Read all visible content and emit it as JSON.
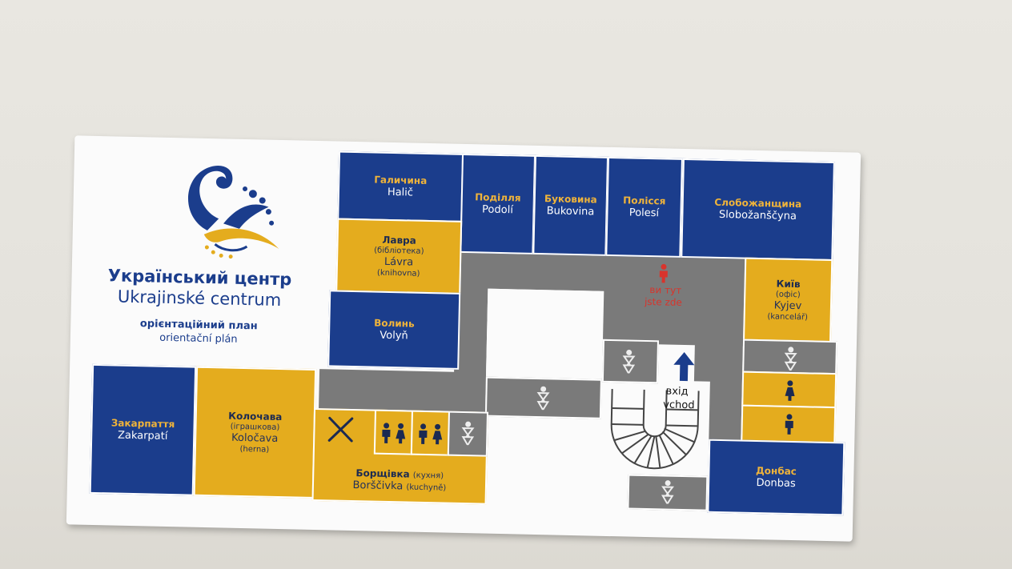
{
  "center": {
    "title_ua": "Український центр",
    "title_cz": "Ukrajinské centrum",
    "plan_ua": "орієнтаційний план",
    "plan_cz": "orientační plán"
  },
  "colors": {
    "blue": "#1b3d8c",
    "yellow": "#e4ac1e",
    "grey": "#7a7a7a",
    "red": "#d8342c"
  },
  "rooms": {
    "halic": {
      "ua": "Галичина",
      "cz": "Halič"
    },
    "lavra": {
      "ua": "Лавра",
      "ua_sub": "(бібліотека)",
      "cz": "Lávra",
      "cz_sub": "(knihovna)"
    },
    "volyn": {
      "ua": "Волинь",
      "cz": "Volyň"
    },
    "podoli": {
      "ua": "Поділля",
      "cz": "Podolí"
    },
    "bukovina": {
      "ua": "Буковина",
      "cz": "Bukovina"
    },
    "polesi": {
      "ua": "Полісся",
      "cz": "Polesí"
    },
    "slobozanscyna": {
      "ua": "Слобожанщина",
      "cz": "Slobožanščyna"
    },
    "kyjev": {
      "ua": "Київ",
      "ua_sub": "(офіс)",
      "cz": "Kyjev",
      "cz_sub": "(kancelář)"
    },
    "zakarpati": {
      "ua": "Закарпаття",
      "cz": "Zakarpatí"
    },
    "kolocava": {
      "ua": "Колочава",
      "ua_sub": "(іграшкова)",
      "cz": "Koločava",
      "cz_sub": "(herna)"
    },
    "borscivka": {
      "ua": "Борщівка",
      "ua_sub": "(кухня)",
      "cz": "Borščivka",
      "cz_sub": "(kuchyně)"
    },
    "donbas": {
      "ua": "Донбас",
      "cz": "Donbas"
    }
  },
  "you_are_here": {
    "ua": "ви тут",
    "cz": "jste zde"
  },
  "entrance": {
    "ua": "вхід",
    "cz": "vchod"
  },
  "icons": {
    "restaurant": "fork-knife-icon",
    "restroom": "person-icon",
    "wardrobe": "dress-icon",
    "arrow": "arrow-up-icon",
    "stairs": "spiral-staircase-icon",
    "logo": "swan-ornament-logo"
  }
}
